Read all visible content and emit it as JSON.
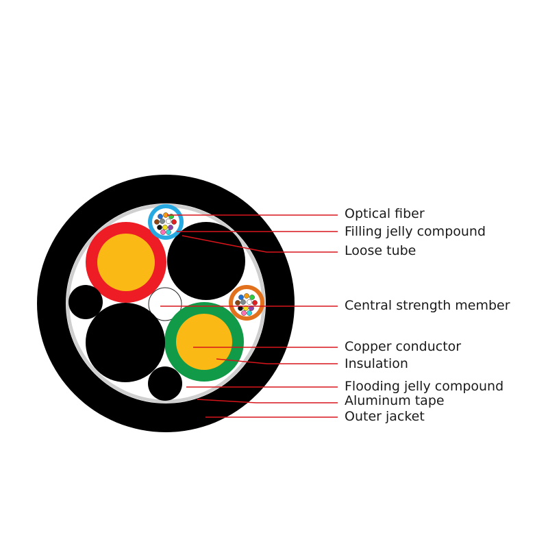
{
  "labels": {
    "optical_fiber": "Optical fiber",
    "filling_jelly": "Filling jelly compound",
    "loose_tube": "Loose tube",
    "central_strength": "Central strength member",
    "copper_conductor": "Copper conductor",
    "insulation": "Insulation",
    "flooding_jelly": "Flooding jelly compound",
    "aluminum_tape": "Aluminum tape",
    "outer_jacket": "Outer jacket"
  },
  "colors": {
    "jacket": "#000000",
    "aluminum_tape": "#d9d9d9",
    "flooding_jelly": "#ffffff",
    "red_insulation": "#ee1c25",
    "green_insulation": "#119a48",
    "copper": "#fbb916",
    "loose_tube_blue": "#27a9e1",
    "loose_tube_orange": "#e2711d",
    "leader_line": "#d7141a",
    "fiber_colors": [
      "#1f6fd1",
      "#f39c12",
      "#2ecc40",
      "#8b4513",
      "#7f8c8d",
      "#ffffff",
      "#e02020",
      "#111111",
      "#f1e21b",
      "#8e44ad",
      "#ff6fb1",
      "#2fd8d8"
    ]
  }
}
